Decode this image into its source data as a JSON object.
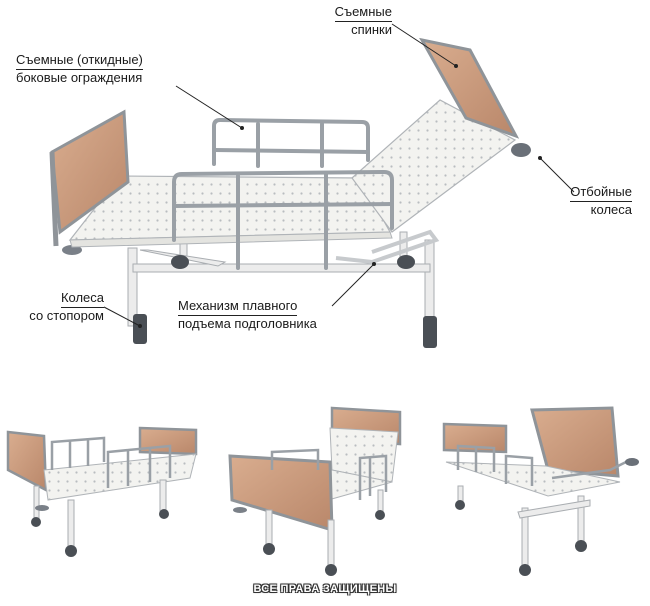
{
  "labels": {
    "removable_backs_line1": "Съемные",
    "removable_backs_line2": "спинки",
    "side_rails_line1": "Съемные (откидные)",
    "side_rails_line2": "боковые ограждения",
    "bumper_wheels_line1": "Отбойные",
    "bumper_wheels_line2": "колеса",
    "wheels_lock_line1": "Колеса",
    "wheels_lock_line2": "со стопором",
    "mechanism_line1": "Механизм плавного",
    "mechanism_line2": "подъема подголовника"
  },
  "footer": "ВСЕ ПРАВА ЗАЩИЩЕНЫ",
  "colors": {
    "headboard_panel": "#c99a7c",
    "frame_metal": "#9aa0a6",
    "deck": "#f1f1ee",
    "legs": "#e8e8e8",
    "wheel": "#555a60"
  }
}
